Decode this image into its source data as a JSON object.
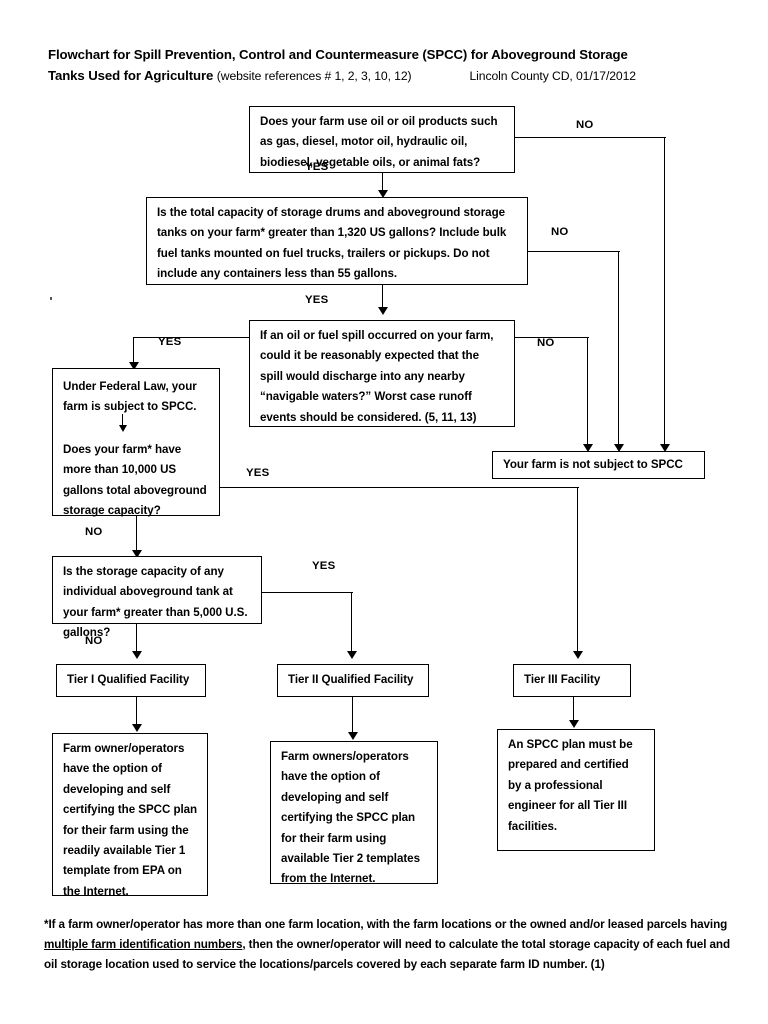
{
  "header": {
    "title_line1": "Flowchart for Spill Prevention, Control and Countermeasure (SPCC) for Aboveground Storage",
    "title_line2_bold": "Tanks Used for Agriculture ",
    "title_line2_rest": "(website references # 1, 2, 3, 10, 12)",
    "credit": "Lincoln County CD, 01/17/2012"
  },
  "nodes": {
    "q1_oil_use": "Does your farm use oil or oil products such as gas, diesel, motor oil, hydraulic oil, biodiesel, vegetable oils, or animal fats?",
    "q2_total_capacity": "Is the total capacity of storage drums and aboveground storage tanks on your farm* greater than 1,320 US gallons?  Include bulk fuel tanks mounted on fuel trucks, trailers or pickups.  Do not include any containers less than 55 gallons.",
    "q3_navigable_waters": "If an oil or fuel spill occurred on your farm, could it be reasonably expected that the spill would discharge into any nearby “navigable waters?”  Worst case runoff events should be considered.  (5, 11, 13)",
    "q4_federal_law_part1": "Under Federal Law, your farm is subject to SPCC.",
    "q4_federal_law_part2": "Does your farm* have more than 10,000 US gallons total aboveground storage capacity?",
    "q5_individual_tank": "Is the storage capacity of any individual aboveground tank at your farm* greater than 5,000 U.S. gallons?",
    "not_subject": "Your farm is not subject to SPCC",
    "tier1_facility": "Tier I Qualified Facility",
    "tier2_facility": "Tier II Qualified Facility",
    "tier3_facility": "Tier III Facility",
    "tier1_detail": "Farm owner/operators have the option of developing and self certifying the SPCC plan for their farm using the readily available Tier 1 template from EPA on the Internet.",
    "tier2_detail": "Farm owners/operators have the option of developing and self certifying the SPCC plan for their farm using available Tier 2 templates from the Internet.",
    "tier3_detail": "An SPCC plan must be prepared and certified by a professional engineer for all Tier III facilities."
  },
  "edge_labels": {
    "q1_no": "NO",
    "q1_yes": "YES",
    "q2_no": "NO",
    "q2_yes": "YES",
    "q3_no": "NO",
    "q3_yes": "YES",
    "q4_yes": "YES",
    "q4_no": "NO",
    "q5_yes": "YES",
    "q5_no": "NO"
  },
  "footnote": {
    "part1": "*If a farm owner/operator has more than one farm location, with the farm locations or the owned and/or leased parcels having ",
    "underlined": "multiple farm identification numbers",
    "part2": ", then the owner/operator will need to calculate the total storage capacity of each fuel and oil storage location used to service the locations/parcels covered by each separate farm ID number. (1)"
  },
  "colors": {
    "ink": "#000000",
    "paper": "#ffffff"
  }
}
